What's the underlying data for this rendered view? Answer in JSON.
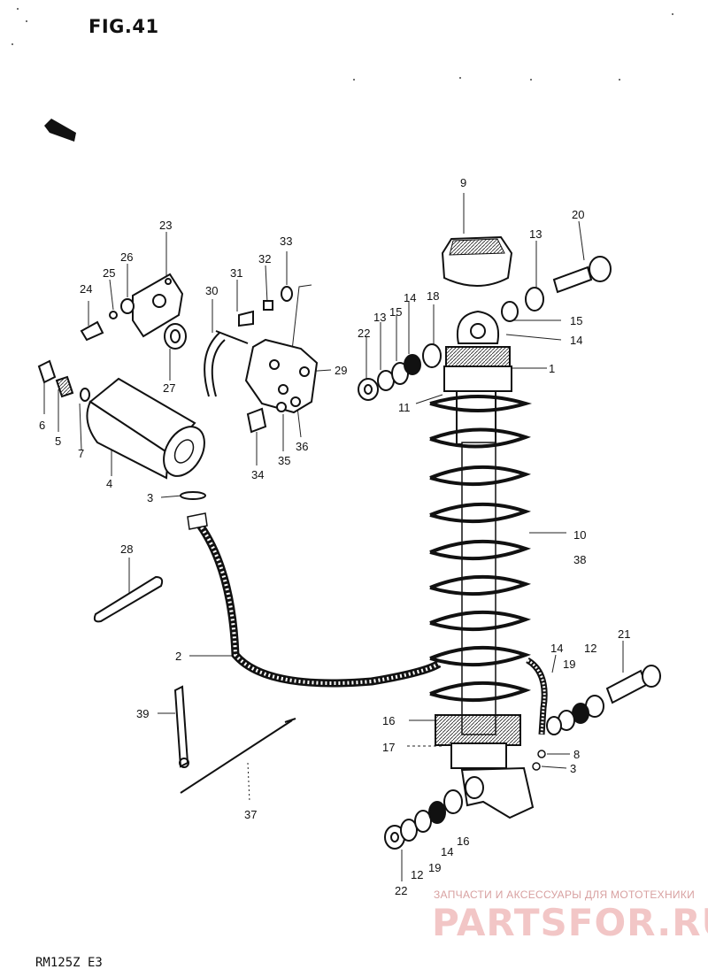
{
  "figure": {
    "title": "FIG.41",
    "model": "RM125Z E3"
  },
  "watermark": {
    "line1": "ЗАПЧАСТИ И АКСЕССУАРЫ ДЛЯ МОТОТЕХНИКИ",
    "brand": "PARTSFOR.RU",
    "color": "#e8a8a8"
  },
  "callouts": {
    "c1": "1",
    "c2": "2",
    "c3a": "3",
    "c3b": "3",
    "c4": "4",
    "c5": "5",
    "c6": "6",
    "c7": "7",
    "c8": "8",
    "c9": "9",
    "c10": "10",
    "c11": "11",
    "c12a": "12",
    "c12b": "12",
    "c13a": "13",
    "c13b": "13",
    "c14a": "14",
    "c14b": "14",
    "c14c": "14",
    "c14d": "14",
    "c15a": "15",
    "c15b": "15",
    "c16a": "16",
    "c16b": "16",
    "c17": "17",
    "c18": "18",
    "c19a": "19",
    "c19b": "19",
    "c20": "20",
    "c21": "21",
    "c22a": "22",
    "c22b": "22",
    "c23": "23",
    "c24": "24",
    "c25": "25",
    "c26": "26",
    "c27": "27",
    "c28": "28",
    "c29": "29",
    "c30": "30",
    "c31": "31",
    "c32": "32",
    "c33": "33",
    "c34": "34",
    "c35": "35",
    "c36": "36",
    "c37": "37",
    "c38": "38",
    "c39": "39"
  }
}
